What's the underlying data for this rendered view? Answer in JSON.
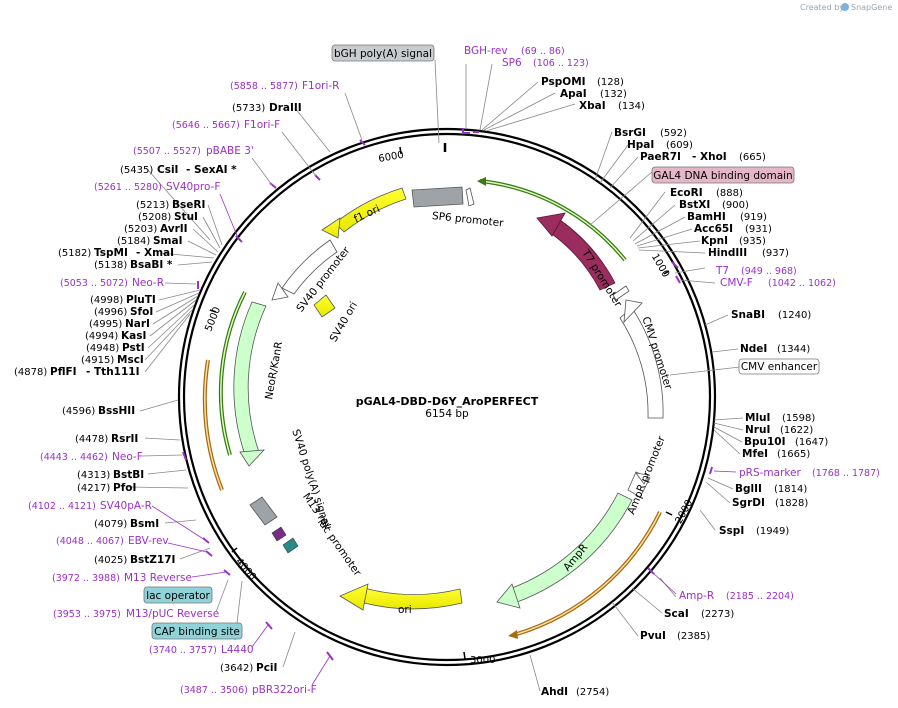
{
  "credit": {
    "text": "Created by",
    "brand": "SnapGene"
  },
  "map": {
    "name": "pGAL4-DBD-D6Y_AroPERFECT",
    "size_label": "6154 bp"
  },
  "ticks": [
    "1000",
    "2000",
    "3000",
    "4000",
    "5000",
    "6000"
  ],
  "boxes": {
    "bgh": "bGH poly(A) signal",
    "gal4": "GAL4 DNA binding domain",
    "cmv_enh": "CMV enhancer",
    "lac_op": "lac operator",
    "cap": "CAP binding site"
  },
  "features": {
    "sp6_promoter": "SP6 promoter",
    "f1_ori": "f1 ori",
    "sv40_promoter": "SV40 promoter",
    "sv40_ori": "SV40 ori",
    "neor": "NeoR/KanR",
    "sv40_polya": "SV40 poly(A) signal",
    "m13_rev": "M13 rev",
    "lac_promoter": "lac promoter",
    "t7_promoter": "T7 promoter",
    "cmv_promoter": "CMV promoter",
    "ampr_promoter": "AmpR promoter",
    "ampr": "AmpR",
    "ori": "ori"
  },
  "primers": {
    "bgh_rev": {
      "name": "BGH-rev",
      "pos": "(69 .. 86)"
    },
    "sp6": {
      "name": "SP6",
      "pos": "(106 .. 123)"
    },
    "f1ori_r": {
      "name": "F1ori-R",
      "pos": "(5858 .. 5877)"
    },
    "f1ori_f": {
      "name": "F1ori-F",
      "pos": "(5646 .. 5667)"
    },
    "pbabe3": {
      "name": "pBABE 3'",
      "pos": "(5507 .. 5527)"
    },
    "sv40pro_f": {
      "name": "SV40pro-F",
      "pos": "(5261 .. 5280)"
    },
    "neo_r": {
      "name": "Neo-R",
      "pos": "(5053 .. 5072)"
    },
    "neo_f": {
      "name": "Neo-F",
      "pos": "(4443 .. 4462)"
    },
    "sv40pa_r": {
      "name": "SV40pA-R",
      "pos": "(4102 .. 4121)"
    },
    "ebv_rev": {
      "name": "EBV-rev",
      "pos": "(4048 .. 4067)"
    },
    "m13_reverse": {
      "name": "M13 Reverse",
      "pos": "(3972 .. 3988)"
    },
    "m13_puc": {
      "name": "M13/pUC Reverse",
      "pos": "(3953 .. 3975)"
    },
    "l4440": {
      "name": "L4440",
      "pos": "(3740 .. 3757)"
    },
    "pbr322": {
      "name": "pBR322ori-F",
      "pos": "(3487 .. 3506)"
    },
    "t7": {
      "name": "T7",
      "pos": "(949 .. 968)"
    },
    "cmv_f": {
      "name": "CMV-F",
      "pos": "(1042 .. 1062)"
    },
    "prs": {
      "name": "pRS-marker",
      "pos": "(1768 .. 1787)"
    },
    "amp_r": {
      "name": "Amp-R",
      "pos": "(2185 .. 2204)"
    }
  },
  "enzymes": {
    "pspomi": {
      "name": "PspOMI",
      "pos": "(128)"
    },
    "apai": {
      "name": "ApaI",
      "pos": "(132)"
    },
    "xbai": {
      "name": "XbaI",
      "pos": "(134)"
    },
    "bsrgi": {
      "name": "BsrGI",
      "pos": "(592)"
    },
    "hpai": {
      "name": "HpaI",
      "pos": "(609)"
    },
    "paer7i": {
      "name": "PaeR7I",
      "sep": "- XhoI",
      "pos": "(665)"
    },
    "ecori": {
      "name": "EcoRI",
      "pos": "(888)"
    },
    "bstxi": {
      "name": "BstXI",
      "pos": "(900)"
    },
    "bamhi": {
      "name": "BamHI",
      "pos": "(919)"
    },
    "acc65i": {
      "name": "Acc65I",
      "pos": "(931)"
    },
    "kpni": {
      "name": "KpnI",
      "pos": "(935)"
    },
    "hindiii": {
      "name": "HindIII",
      "pos": "(937)"
    },
    "snabi": {
      "name": "SnaBI",
      "pos": "(1240)"
    },
    "ndei": {
      "name": "NdeI",
      "pos": "(1344)"
    },
    "mlui": {
      "name": "MluI",
      "pos": "(1598)"
    },
    "nrui": {
      "name": "NruI",
      "pos": "(1622)"
    },
    "bpu10i": {
      "name": "Bpu10I",
      "pos": "(1647)"
    },
    "mfei": {
      "name": "MfeI",
      "pos": "(1665)"
    },
    "bglii": {
      "name": "BglII",
      "pos": "(1814)"
    },
    "sgrdi": {
      "name": "SgrDI",
      "pos": "(1828)"
    },
    "sspi": {
      "name": "SspI",
      "pos": "(1949)"
    },
    "scai": {
      "name": "ScaI",
      "pos": "(2273)"
    },
    "pvui": {
      "name": "PvuI",
      "pos": "(2385)"
    },
    "ahdi": {
      "name": "AhdI",
      "pos": "(2754)"
    },
    "drai": {
      "name": "DraIII",
      "pos": "(5733)"
    },
    "csii": {
      "name": "CsiI",
      "sep": "- SexAI *",
      "pos": "(5435)"
    },
    "bseri": {
      "name": "BseRI",
      "pos": "(5213)"
    },
    "stui": {
      "name": "StuI",
      "pos": "(5208)"
    },
    "avrii": {
      "name": "AvrII",
      "pos": "(5203)"
    },
    "smai": {
      "name": "SmaI",
      "pos": "(5184)"
    },
    "tspmi": {
      "name": "TspMI",
      "sep": "- XmaI",
      "pos": "(5182)"
    },
    "bsabi": {
      "name": "BsaBI *",
      "pos": "(5138)"
    },
    "pluti": {
      "name": "PluTI",
      "pos": "(4998)"
    },
    "sfoi": {
      "name": "SfoI",
      "pos": "(4996)"
    },
    "nari": {
      "name": "NarI",
      "pos": "(4995)"
    },
    "kasi": {
      "name": "KasI",
      "pos": "(4994)"
    },
    "psti": {
      "name": "PstI",
      "pos": "(4948)"
    },
    "msci": {
      "name": "MscI",
      "pos": "(4915)"
    },
    "pflfi": {
      "name": "PflFI",
      "sep": "- Tth111I",
      "pos": "(4878)"
    },
    "bsshii": {
      "name": "BssHII",
      "pos": "(4596)"
    },
    "rsrii": {
      "name": "RsrII",
      "pos": "(4478)"
    },
    "bstbi": {
      "name": "BstBI",
      "pos": "(4313)"
    },
    "pfoi": {
      "name": "PfoI",
      "pos": "(4217)"
    },
    "bsmi": {
      "name": "BsmI",
      "pos": "(4079)"
    },
    "bstz17i": {
      "name": "BstZ17I",
      "pos": "(4025)"
    },
    "pcii": {
      "name": "PciI",
      "pos": "(3642)"
    }
  }
}
